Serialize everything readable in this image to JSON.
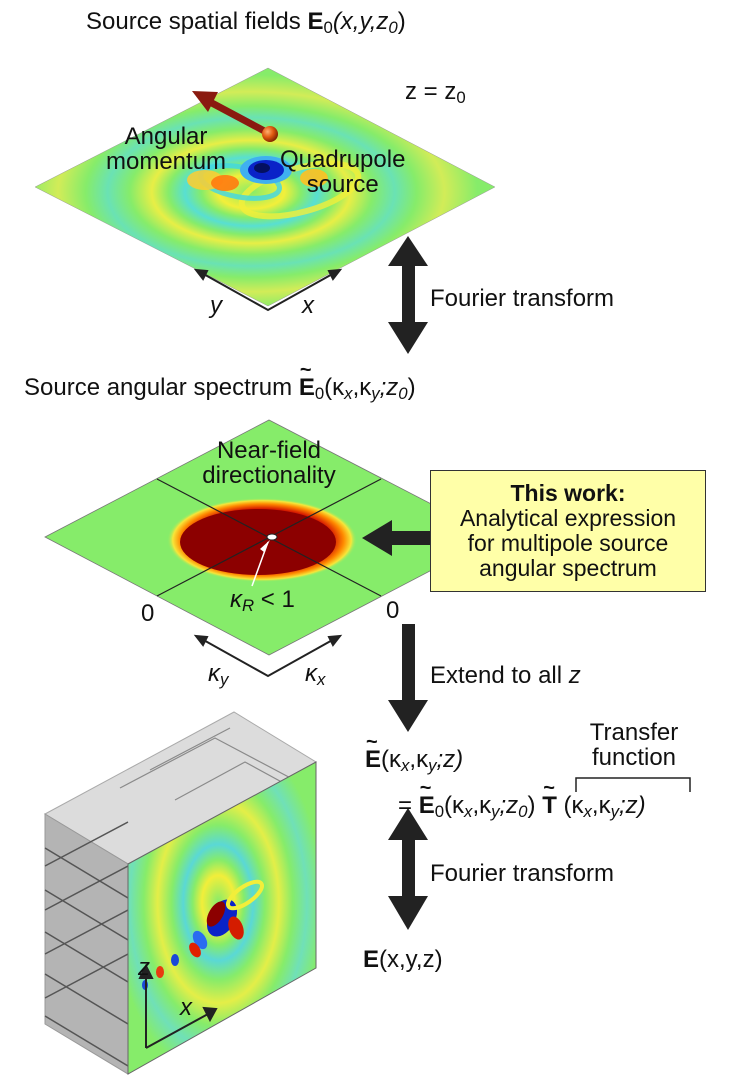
{
  "top": {
    "title_plain": "Source spatial fields ",
    "title_bold": "E",
    "title_sub": "0",
    "title_args": "(x,y,z",
    "title_args_sub": "0",
    "title_close": ")",
    "plane_label": "z = z",
    "plane_label_sub": "0",
    "angular_momentum_1": "Angular",
    "angular_momentum_2": "momentum",
    "quadrupole_1": "Quadrupole",
    "quadrupole_2": "source",
    "axis_y": "y",
    "axis_x": "x"
  },
  "arrows": {
    "fourier1": "Fourier transform",
    "extend": "Extend to all ",
    "extend_z": "z",
    "fourier2": "Fourier transform"
  },
  "middle": {
    "title_plain": "Source angular spectrum ",
    "title_bold": "E",
    "title_sub": "0",
    "title_args": "(κ",
    "kx_sub": "x",
    "comma": ",κ",
    "ky_sub": "y",
    "semi": ";z",
    "z_sub": "0",
    "close": ")",
    "near_field_1": "Near-field",
    "near_field_2": "directionality",
    "kappa_r": "κ",
    "kappa_r_sub": "R",
    "kappa_r_tail": " < 1",
    "zero_left": "0",
    "zero_right": "0",
    "axis_ky": "κ",
    "axis_ky_sub": "y",
    "axis_kx": "κ",
    "axis_kx_sub": "x"
  },
  "callout": {
    "head": "This work:",
    "line1": "Analytical expression",
    "line2": "for multipole source",
    "line3": "angular spectrum"
  },
  "equation": {
    "lhs_bold": "E",
    "lhs_args": "(κ",
    "lhs_x": "x",
    "lhs_c": ",κ",
    "lhs_y": "y",
    "lhs_z": ";z)",
    "transfer_1": "Transfer",
    "transfer_2": "function",
    "eq": "= ",
    "rhs_bold": "E",
    "rhs_sub": "0",
    "rhs_args": "(κ",
    "rhs_x": "x",
    "rhs_c": ",κ",
    "rhs_y": "y",
    "rhs_z": ";z",
    "rhs_z0": "0",
    "rhs_close": ")",
    "T_bold": "T",
    "T_args": " (κ",
    "T_x": "x",
    "T_c": ",κ",
    "T_y": "y",
    "T_z": ";z)"
  },
  "bottom": {
    "final_bold": "E",
    "final_args": "(x,y,z)",
    "axis_z": "z",
    "axis_x": "x"
  },
  "colors": {
    "field_green": "#86ec6a",
    "field_yellow": "#f2ee3a",
    "field_cyan": "#3fd6e6",
    "field_blue": "#0a23c8",
    "deep_red": "#8c0000",
    "arrow_black": "#222222",
    "callout_fill": "#ffffa8",
    "momentum_arrow": "#8a1a10"
  }
}
